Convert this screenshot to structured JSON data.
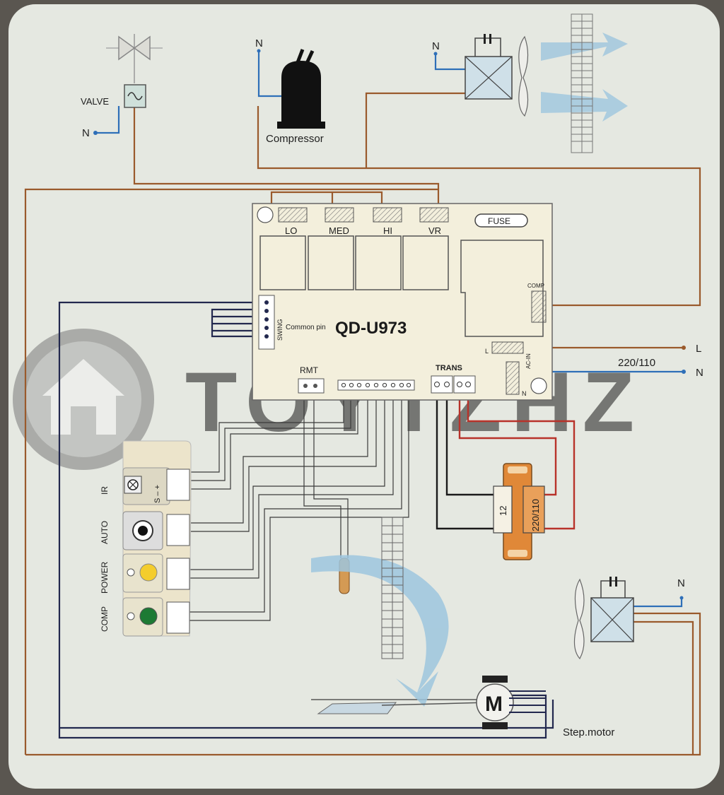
{
  "diagram": {
    "board_model": "QD-U973",
    "relay_labels": [
      "LO",
      "MED",
      "HI",
      "VR"
    ],
    "fuse_label": "FUSE",
    "comp_terminal_label": "COMP",
    "swing_label": "SWING",
    "common_pin_label": "Common pin",
    "rmt_label": "RMT",
    "trans_label": "TRANS",
    "acin_label": "AC-IN",
    "acin_l_label": "L",
    "acin_n_label": "N",
    "mains_voltage_label": "220/110",
    "line_label": "L",
    "neutral_label": "N",
    "valve_label": "VALVE",
    "compressor_label": "Compressor",
    "neutral_tag": "N",
    "transformer_secondary_label": "12",
    "transformer_primary_label": "220/110",
    "indicator_labels": [
      "IR",
      "AUTO",
      "POWER",
      "COMP"
    ],
    "ir_pin_label": "S – +",
    "motor_symbol": "M",
    "step_motor_label": "Step.motor",
    "watermark": "TOYTZHZ"
  },
  "colors": {
    "brown_wire": "#9a5a2c",
    "blue_wire": "#2e6fb8",
    "navy_wire": "#22284e",
    "red_wire": "#b8322a",
    "black_wire": "#1a1a1a",
    "board": "#f3efdc",
    "card": "#e5e8e1",
    "led_yellow": "#f4cd2c",
    "led_green": "#1d7a34",
    "transformer": "#e08838"
  },
  "icons": [
    "valve-icon",
    "compressor-icon",
    "fan-motor-icon",
    "fan-blade-icon",
    "airflow-arrow-icon",
    "transformer-icon",
    "step-motor-icon",
    "temperature-sensor-icon",
    "house-logo-icon"
  ]
}
